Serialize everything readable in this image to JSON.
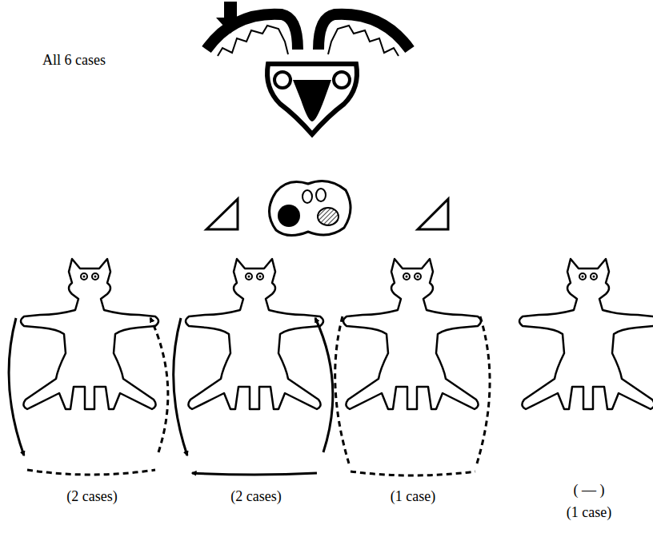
{
  "diagram": {
    "labels": [
      "All 6 cases",
      "(2 cases)",
      "(2 cases)",
      "(1 case)",
      "( — )",
      "(1 case)"
    ]
  }
}
